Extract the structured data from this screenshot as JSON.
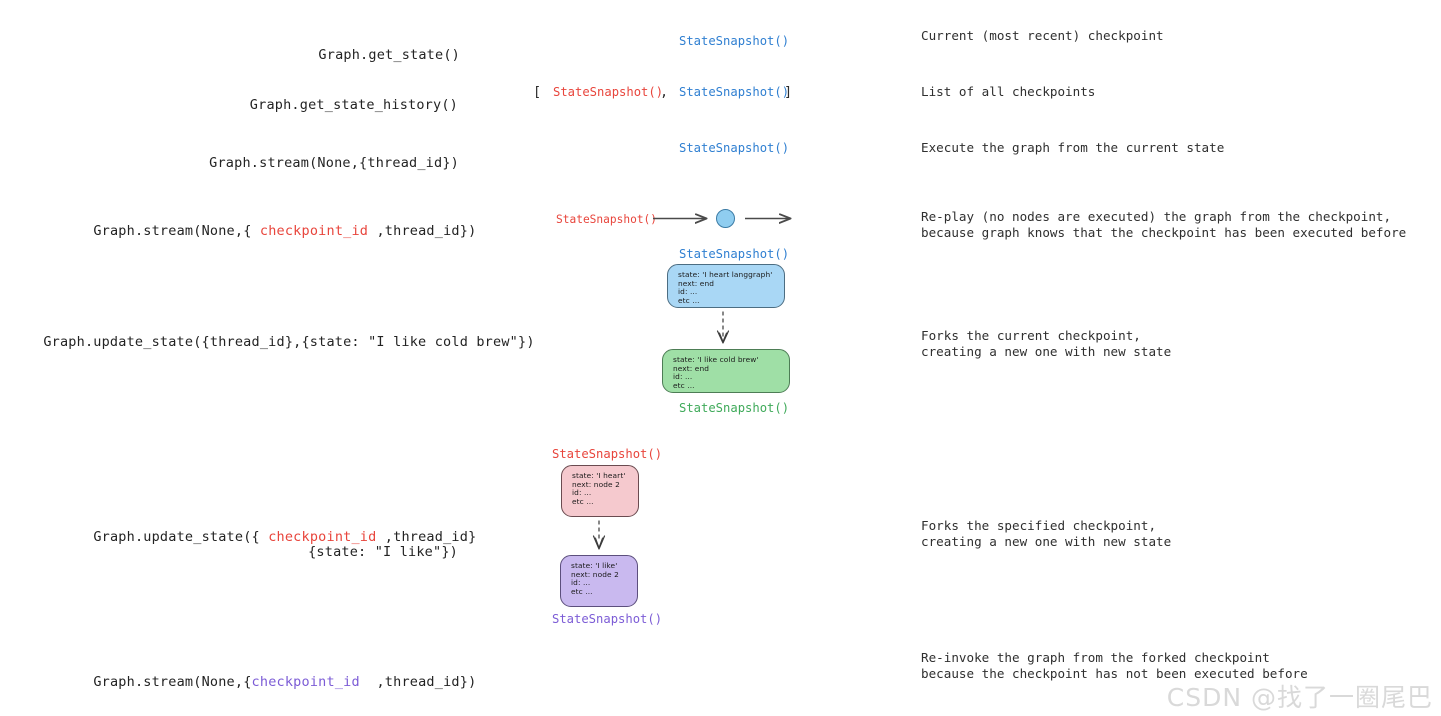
{
  "diagram": {
    "title": "LangGraph checkpoint / time-travel API reference",
    "colors": {
      "blue": "#2f7fd1",
      "red": "#e8453c",
      "purple": "#7c5cd6",
      "green": "#3faa5a",
      "box_blue_fill": "#a9d7f5",
      "box_green_fill": "#9fdfa6",
      "box_pink_fill": "#f5c9ce",
      "box_purple_fill": "#c9b9ef",
      "text": "#2b2b2b",
      "watermark": "#d9d9d9"
    },
    "rows": [
      {
        "call_prefix": "Graph.get_state()",
        "call_accent": "",
        "call_suffix": "",
        "return_label": "StateSnapshot()",
        "return_color": "blue",
        "description": "Current (most recent) checkpoint"
      },
      {
        "call_prefix": "Graph.get_state_history()",
        "call_accent": "",
        "call_suffix": "",
        "return_open_bracket": "[",
        "return_label_a": "StateSnapshot()",
        "return_comma": ",",
        "return_label_b": "StateSnapshot()",
        "return_close_bracket": "]",
        "description": "List of all checkpoints"
      },
      {
        "call_prefix": "Graph.stream(None,{thread_id})",
        "call_accent": "",
        "call_suffix": "",
        "return_label": "StateSnapshot()",
        "return_color": "blue",
        "description": "Execute the graph from the current state"
      },
      {
        "call_prefix": "Graph.stream(None,{ ",
        "call_accent": "checkpoint_id",
        "call_suffix": " ,thread_id})",
        "node_source_label": "StateSnapshot()",
        "description_line1": "Re-play (no nodes are executed) the graph from the checkpoint,",
        "description_line2": "because graph knows that the checkpoint has been executed before"
      },
      {
        "call_prefix": "Graph.update_state({thread_id},{state: \"I like cold brew\"})",
        "call_accent": "",
        "call_suffix": "",
        "top_label": "StateSnapshot()",
        "bottom_label": "StateSnapshot()",
        "description_line1": "Forks the current checkpoint,",
        "description_line2": "creating a new one with new state"
      },
      {
        "call_line1_prefix": "Graph.update_state({ ",
        "call_line1_accent": "checkpoint_id",
        "call_line1_suffix": " ,thread_id}",
        "call_line2": "{state: \"I like\"})",
        "top_label": "StateSnapshot()",
        "bottom_label": "StateSnapshot()",
        "description_line1": "Forks the specified checkpoint,",
        "description_line2": "creating a new one with new state"
      },
      {
        "call_prefix": "Graph.stream(None,{",
        "call_accent": "checkpoint_id",
        "call_suffix": "  ,thread_id})",
        "description_line1": "Re-invoke the graph from the forked checkpoint",
        "description_line2": "because the checkpoint has not been executed before"
      }
    ],
    "boxes": {
      "blue": {
        "lines": [
          "state: 'I heart langgraph'",
          "next: end",
          "id: ...",
          "etc ..."
        ]
      },
      "green": {
        "lines": [
          "state: 'I like cold brew'",
          "next: end",
          "id: ...",
          "etc ..."
        ]
      },
      "pink": {
        "lines": [
          "state: 'I heart'",
          "next: node 2",
          "id: ...",
          "etc ..."
        ]
      },
      "purple": {
        "lines": [
          "state: 'I like'",
          "next: node 2",
          "id: ...",
          "etc ..."
        ]
      }
    },
    "watermark": "CSDN @找了一圈尾巴"
  }
}
